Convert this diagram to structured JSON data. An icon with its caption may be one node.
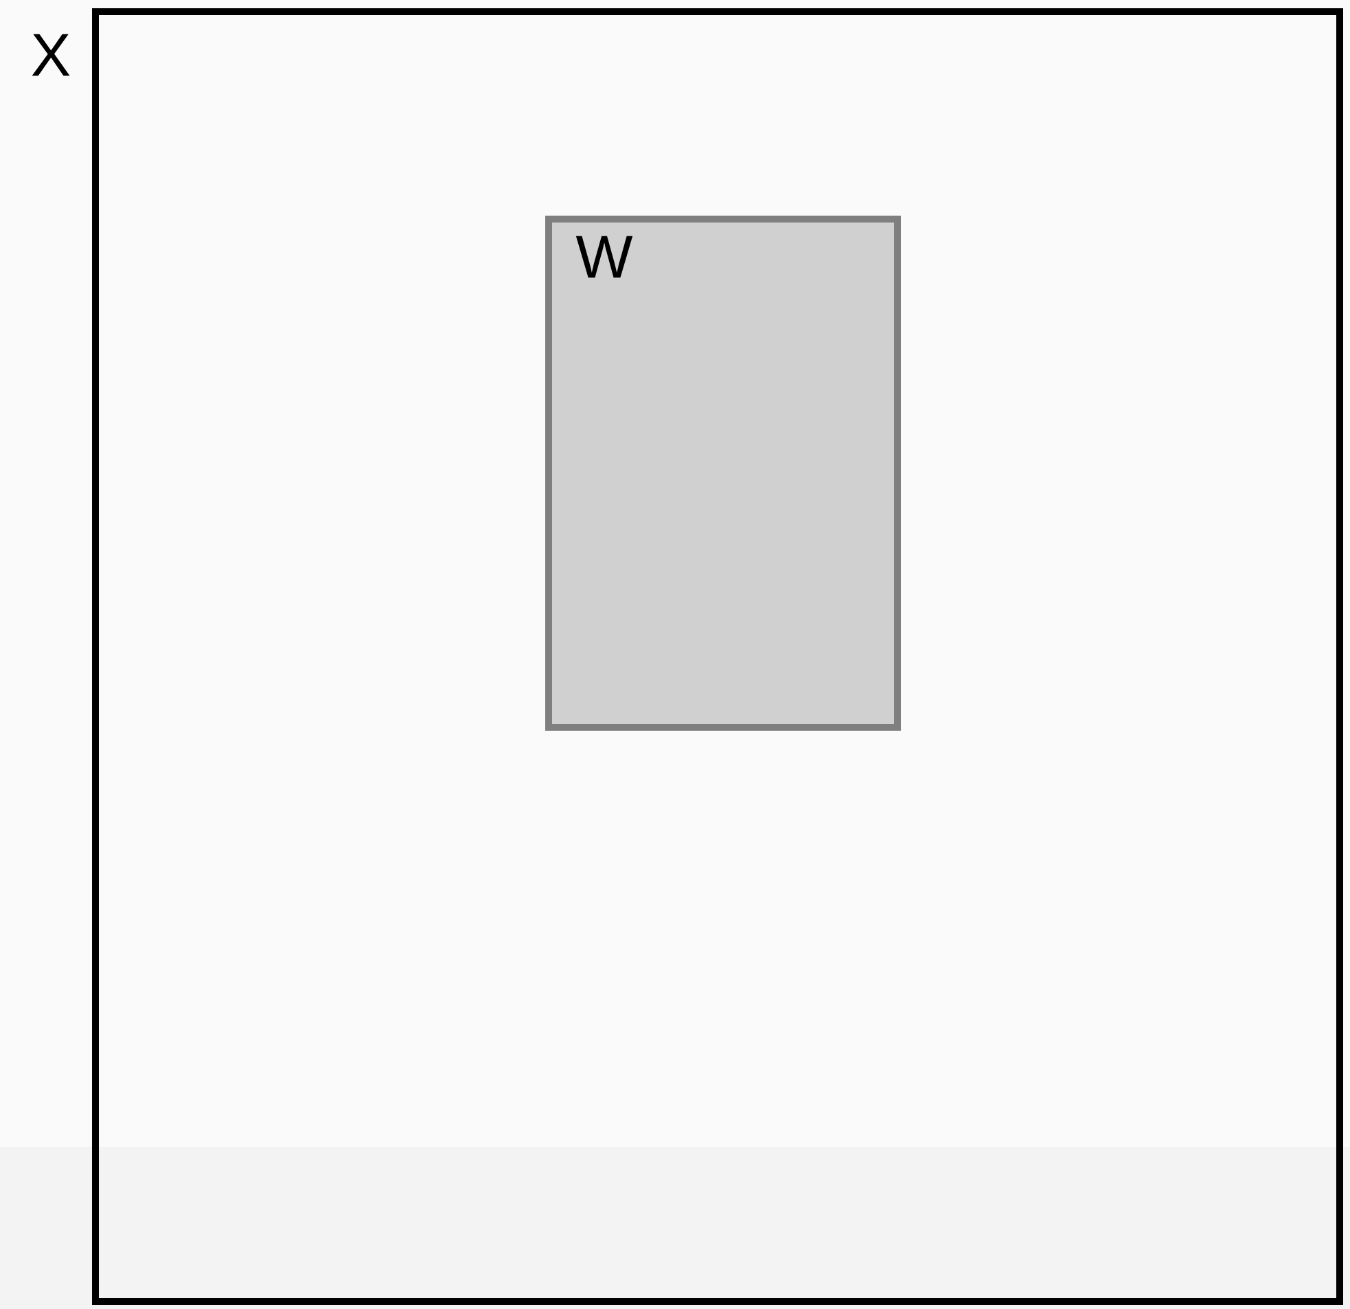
{
  "diagram": {
    "nodes": [
      {
        "text": [
          "X"
        ]
      },
      {
        "text": [
          "W"
        ],
        "in": 0
      }
    ]
  }
}
